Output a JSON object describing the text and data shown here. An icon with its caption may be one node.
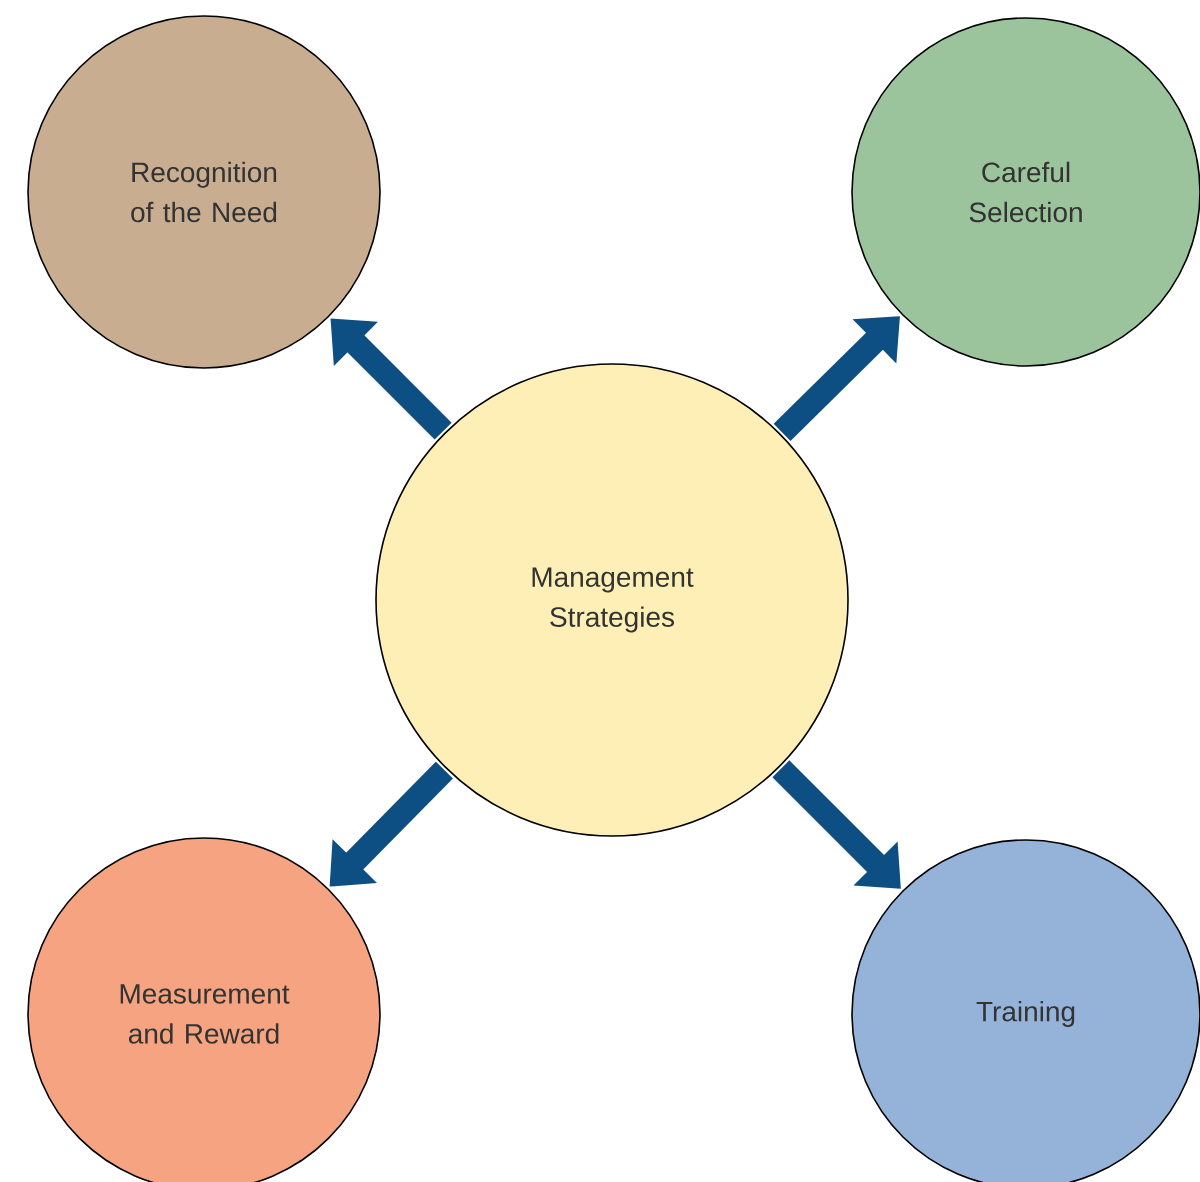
{
  "diagram": {
    "nodes": [
      {
        "text": [
          "Recognition of the Need"
        ]
      },
      {
        "text": [
          "Careful Selection"
        ]
      },
      {
        "text": [
          "Management Strategies"
        ]
      },
      {
        "text": [
          "Measurement and Reward"
        ]
      },
      {
        "text": [
          "Training"
        ]
      }
    ],
    "edges": [
      {
        "from": 2,
        "to": 0,
        "arrow": "to"
      },
      {
        "from": 2,
        "to": 1,
        "arrow": "to"
      },
      {
        "from": 2,
        "to": 3,
        "arrow": "to"
      },
      {
        "from": 2,
        "to": 4,
        "arrow": "to"
      }
    ]
  }
}
